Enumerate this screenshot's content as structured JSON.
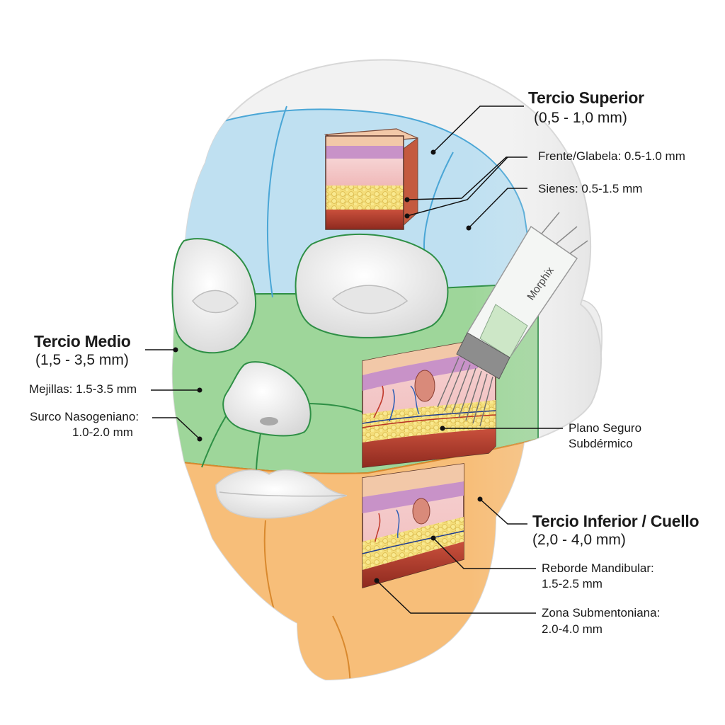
{
  "upper": {
    "title": "Tercio Superior",
    "range": "(0,5 - 1,0 mm)",
    "forehead": "Frente/Glabela: 0.5-1.0 mm",
    "temples": "Sienes: 0.5-1.5 mm"
  },
  "middle": {
    "title": "Tercio Medio",
    "range": "(1,5 - 3,5 mm)",
    "cheeks": "Mejillas: 1.5-3.5 mm",
    "nasolabial_line1": "Surco Nasogeniano:",
    "nasolabial_line2": "1.0-2.0 mm"
  },
  "safe_plane": {
    "line1": "Plano Seguro",
    "line2": "Subdérmico"
  },
  "lower": {
    "title": "Tercio Inferior / Cuello",
    "range": "(2,0 - 4,0 mm)",
    "jawline_line1": "Reborde Mandibular:",
    "jawline_line2": "1.5-2.5 mm",
    "submental_line1": "Zona Submentoniana:",
    "submental_line2": "2.0-4.0 mm"
  },
  "device": {
    "brand": "Morphix"
  },
  "colors": {
    "upper_zone": "#bfe0f1",
    "middle_zone": "#9ed69a",
    "lower_zone": "#f7be79",
    "zone_line_upper": "#4aa6d6",
    "zone_line_middle": "#2e8f45",
    "zone_line_lower": "#d9892e",
    "skin_face": "#f0f0f0"
  }
}
